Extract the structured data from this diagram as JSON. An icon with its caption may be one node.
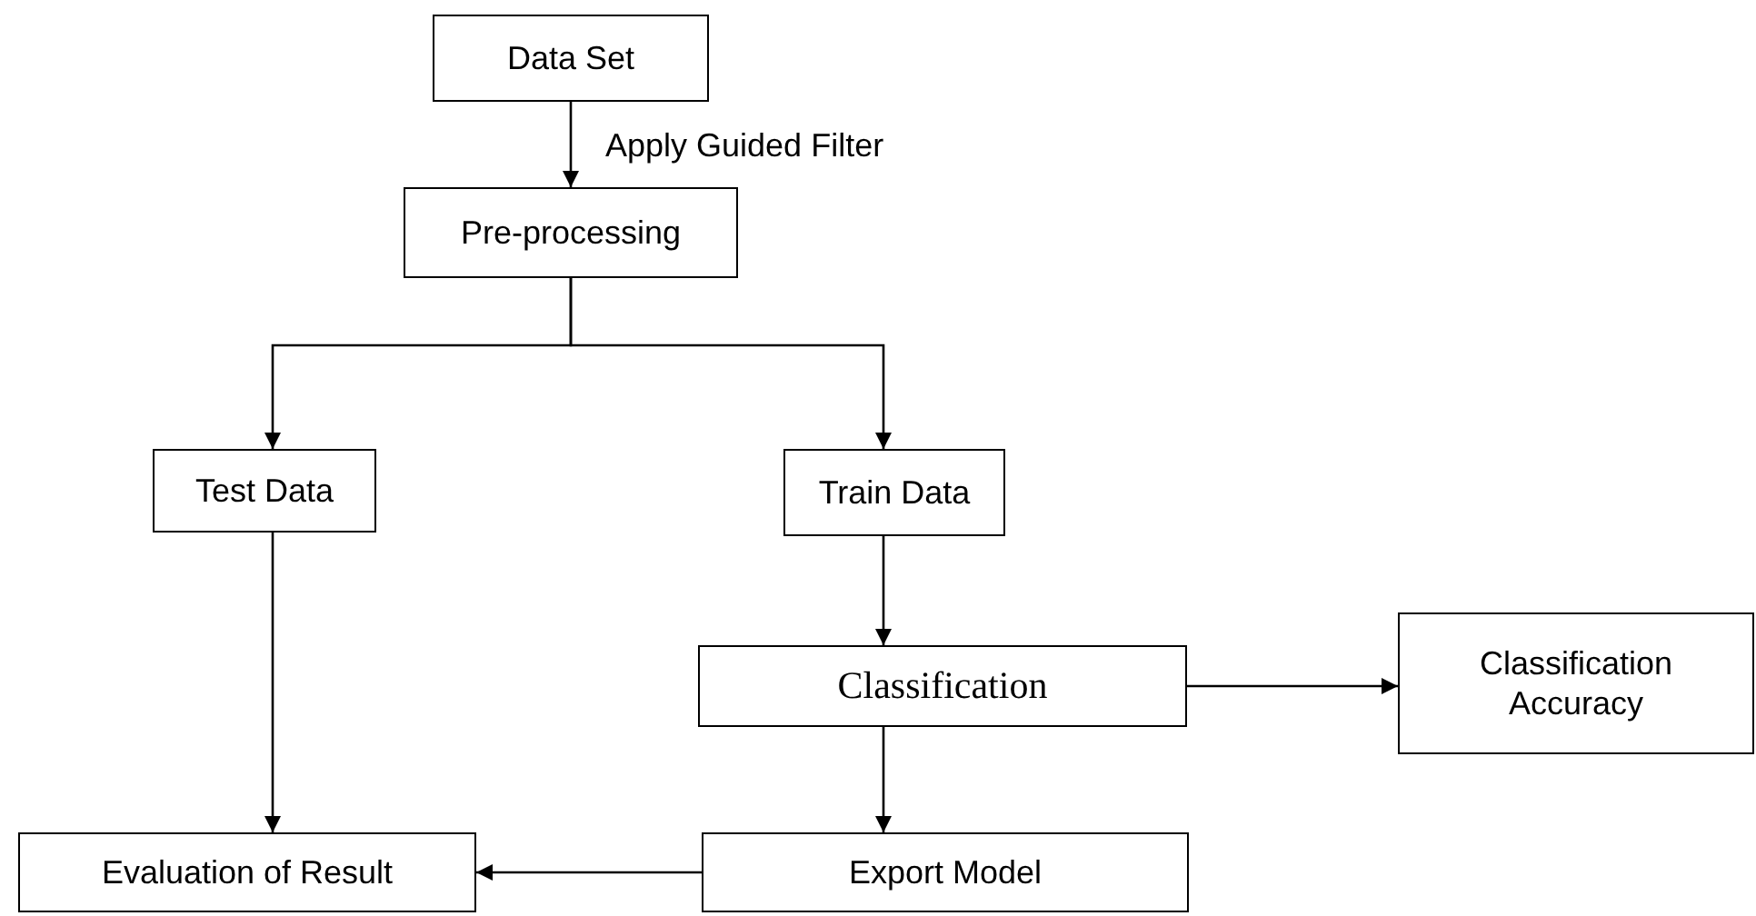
{
  "diagram": {
    "nodes": [
      {
        "text": [
          "Data Set"
        ]
      },
      {
        "text": [
          "Pre-processing"
        ]
      },
      {
        "text": [
          "Test Data"
        ]
      },
      {
        "text": [
          "Train Data"
        ]
      },
      {
        "text": [
          "Classification"
        ]
      },
      {
        "text": [
          "Classification Accuracy"
        ]
      },
      {
        "text": [
          "Evaluation of Result"
        ]
      },
      {
        "text": [
          "Export Model"
        ]
      }
    ],
    "edges": [
      {
        "from": 0,
        "to": 1,
        "arrow": "to",
        "label": "Apply Guided Filter"
      },
      {
        "from": 1,
        "to": 2,
        "arrow": "to"
      },
      {
        "from": 1,
        "to": 3,
        "arrow": "to"
      },
      {
        "from": 2,
        "to": 6,
        "arrow": "to"
      },
      {
        "from": 3,
        "to": 4,
        "arrow": "to"
      },
      {
        "from": 4,
        "to": 5,
        "arrow": "to"
      },
      {
        "from": 4,
        "to": 7,
        "arrow": "to"
      },
      {
        "from": 7,
        "to": 6,
        "arrow": "to"
      }
    ]
  }
}
